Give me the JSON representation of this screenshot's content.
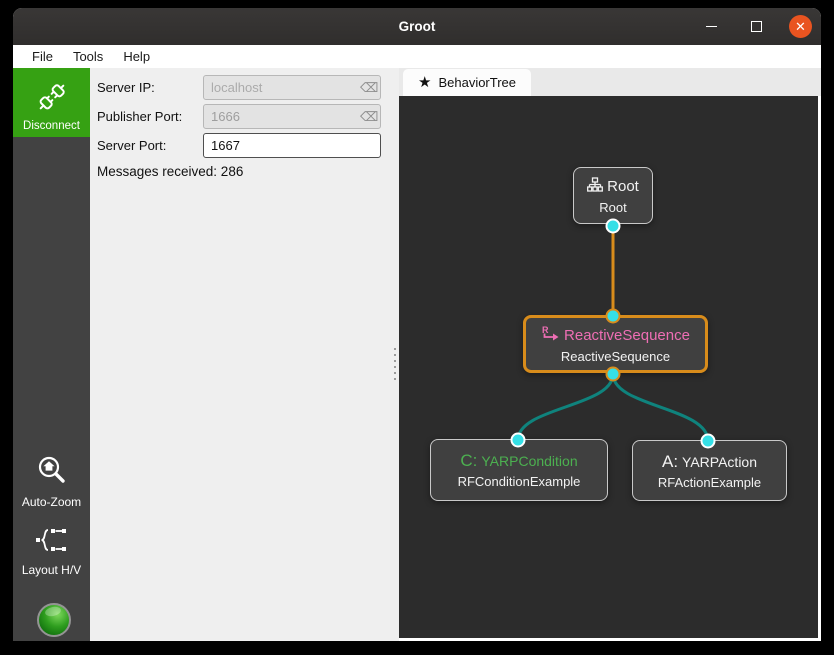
{
  "window": {
    "title": "Groot"
  },
  "menu": {
    "items": [
      "File",
      "Tools",
      "Help"
    ]
  },
  "sidebar": {
    "disconnect": {
      "label": "Disconnect",
      "icon": "plug-icon",
      "color": "#36a113"
    },
    "auto_zoom": {
      "label": "Auto-Zoom",
      "icon": "zoom-home-icon"
    },
    "layout_hv": {
      "label": "Layout H/V",
      "icon": "tree-layout-icon"
    },
    "status_led": {
      "state": "connected",
      "color": "#2f9e1f"
    }
  },
  "connection_panel": {
    "fields": [
      {
        "label": "Server IP:",
        "placeholder": "localhost",
        "value": "",
        "enabled": false
      },
      {
        "label": "Publisher Port:",
        "placeholder": "",
        "value": "1666",
        "enabled": false
      },
      {
        "label": "Server Port:",
        "placeholder": "",
        "value": "1667",
        "enabled": true
      }
    ],
    "messages_received": "Messages received: 286"
  },
  "icons": {
    "clear_glyph": "⌫",
    "star_glyph": "★",
    "close_glyph": "✕"
  },
  "tabs": [
    {
      "label": "BehaviorTree",
      "active": true
    }
  ],
  "canvas": {
    "background": "#2c2c2c",
    "nodes": [
      {
        "registration": "Root",
        "instance": "Root",
        "selected": false,
        "title_color": "#f2f2f2",
        "icon": "sitemap-icon"
      },
      {
        "registration": "ReactiveSequence",
        "instance": "ReactiveSequence",
        "selected": true,
        "title_color": "#ee6eb4",
        "icon": "reactive-sequence-icon"
      },
      {
        "prefix": "C:",
        "registration": "YARPCondition",
        "instance": "RFConditionExample",
        "selected": false,
        "title_color": "#4cb050"
      },
      {
        "prefix": "A:",
        "registration": "YARPAction",
        "instance": "RFActionExample",
        "selected": false,
        "title_color": "#f2f2f2"
      }
    ],
    "colors": {
      "selected_border": "#d88c1b",
      "edge_root_to_sequence": "#d88c1b",
      "edge_sequence_to_children": "#0f837d",
      "port_fill": "#35dfe6"
    }
  }
}
